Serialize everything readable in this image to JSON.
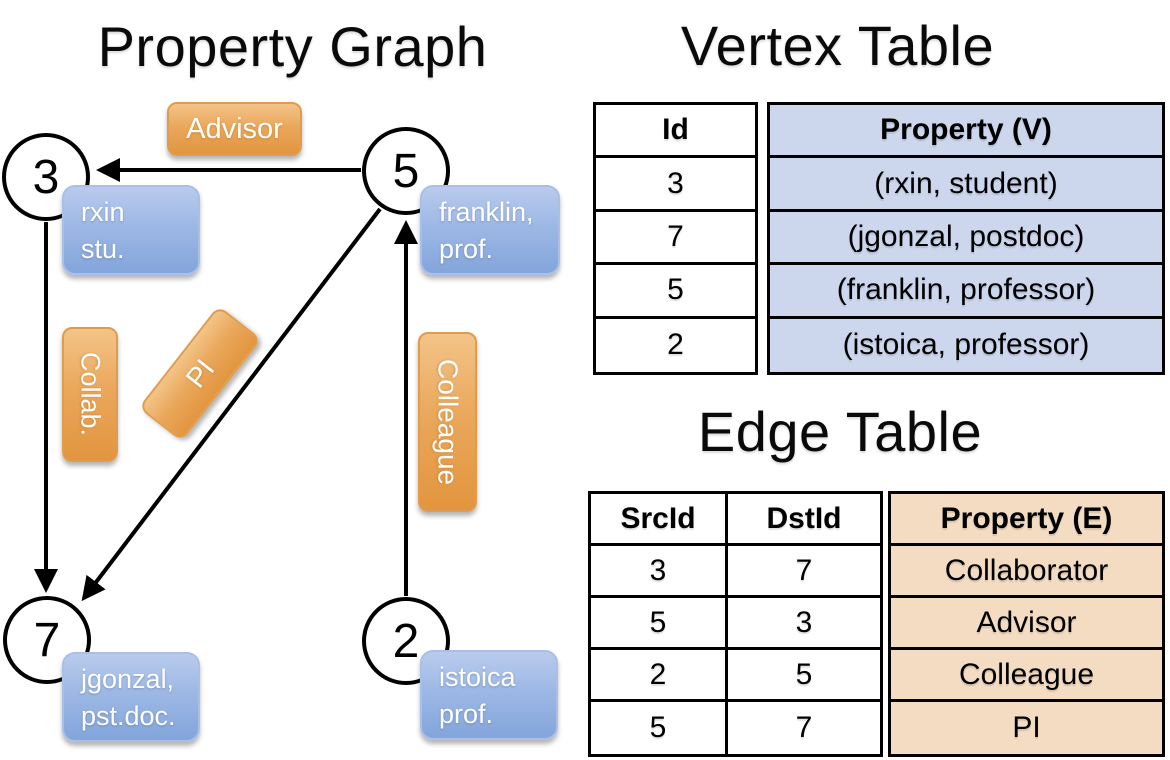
{
  "graph": {
    "title": "Property Graph",
    "nodes": [
      {
        "id": "3"
      },
      {
        "id": "5"
      },
      {
        "id": "7"
      },
      {
        "id": "2"
      }
    ],
    "vertex_labels": [
      {
        "line1": "rxin",
        "line2": "stu."
      },
      {
        "line1": "franklin,",
        "line2": "prof."
      },
      {
        "line1": "jgonzal,",
        "line2": "pst.doc."
      },
      {
        "line1": "istoica",
        "line2": "prof."
      }
    ],
    "edge_labels": [
      {
        "label": "Advisor"
      },
      {
        "label": "Collab."
      },
      {
        "label": "PI"
      },
      {
        "label": "Colleague"
      }
    ]
  },
  "vertex_table": {
    "title": "Vertex Table",
    "headers": {
      "id": "Id",
      "property": "Property (V)"
    },
    "rows": [
      {
        "id": "3",
        "property": "(rxin, student)"
      },
      {
        "id": "7",
        "property": "(jgonzal, postdoc)"
      },
      {
        "id": "5",
        "property": "(franklin, professor)"
      },
      {
        "id": "2",
        "property": "(istoica, professor)"
      }
    ]
  },
  "edge_table": {
    "title": "Edge Table",
    "headers": {
      "src": "SrcId",
      "dst": "DstId",
      "property": "Property (E)"
    },
    "rows": [
      {
        "src": "3",
        "dst": "7",
        "property": "Collaborator"
      },
      {
        "src": "5",
        "dst": "3",
        "property": "Advisor"
      },
      {
        "src": "2",
        "dst": "5",
        "property": "Colleague"
      },
      {
        "src": "5",
        "dst": "7",
        "property": "PI"
      }
    ]
  },
  "colors": {
    "edge_label_orange": "#e9a45a",
    "vertex_label_blue": "#8fadde",
    "vertex_cell_blue": "#ccd7ee",
    "edge_cell_tan": "#f3dcc1",
    "line_black": "#000000"
  }
}
